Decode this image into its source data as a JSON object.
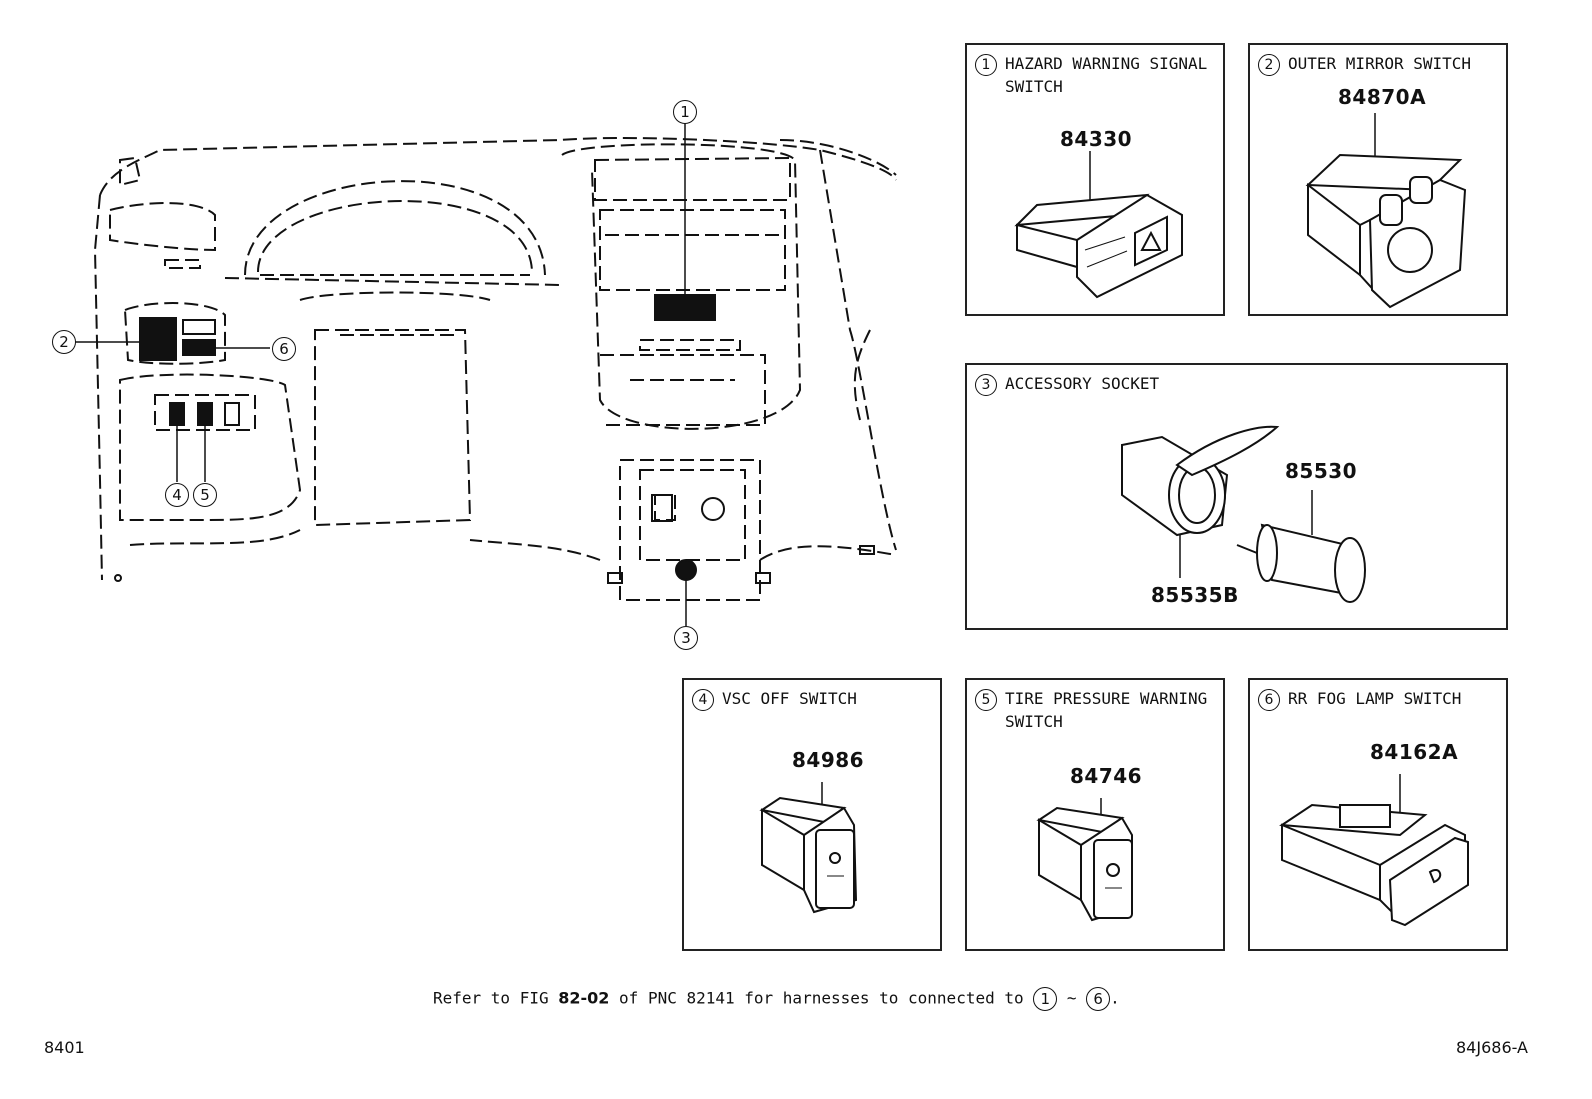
{
  "overview": {
    "callouts": [
      "1",
      "2",
      "3",
      "4",
      "5",
      "6"
    ]
  },
  "panels": [
    {
      "num": "1",
      "title_line1": "HAZARD WARNING SIGNAL",
      "title_line2": "SWITCH",
      "part_numbers": [
        "84330"
      ],
      "icon": "hazard-switch-icon"
    },
    {
      "num": "2",
      "title_line1": "OUTER MIRROR SWITCH",
      "title_line2": "",
      "part_numbers": [
        "84870A"
      ],
      "icon": "mirror-switch-icon"
    },
    {
      "num": "3",
      "title_line1": "ACCESSORY SOCKET",
      "title_line2": "",
      "part_numbers": [
        "85530",
        "85535B"
      ],
      "icon": "accessory-socket-icon"
    },
    {
      "num": "4",
      "title_line1": "VSC OFF SWITCH",
      "title_line2": "",
      "part_numbers": [
        "84986"
      ],
      "icon": "vsc-switch-icon"
    },
    {
      "num": "5",
      "title_line1": "TIRE PRESSURE WARNING",
      "title_line2": "SWITCH",
      "part_numbers": [
        "84746"
      ],
      "icon": "tire-pressure-switch-icon"
    },
    {
      "num": "6",
      "title_line1": "RR FOG LAMP SWITCH",
      "title_line2": "",
      "part_numbers": [
        "84162A"
      ],
      "icon": "fog-lamp-switch-icon"
    }
  ],
  "footer": {
    "refer_prefix": "Refer to FIG ",
    "fig_code": "82-02",
    "refer_middle": " of PNC 82141 for harnesses to connected to ",
    "range_start": "1",
    "range_sep": " ~ ",
    "range_end": "6",
    "range_tail": ".",
    "page_code": "8401",
    "figure_code": "84J686-A"
  }
}
